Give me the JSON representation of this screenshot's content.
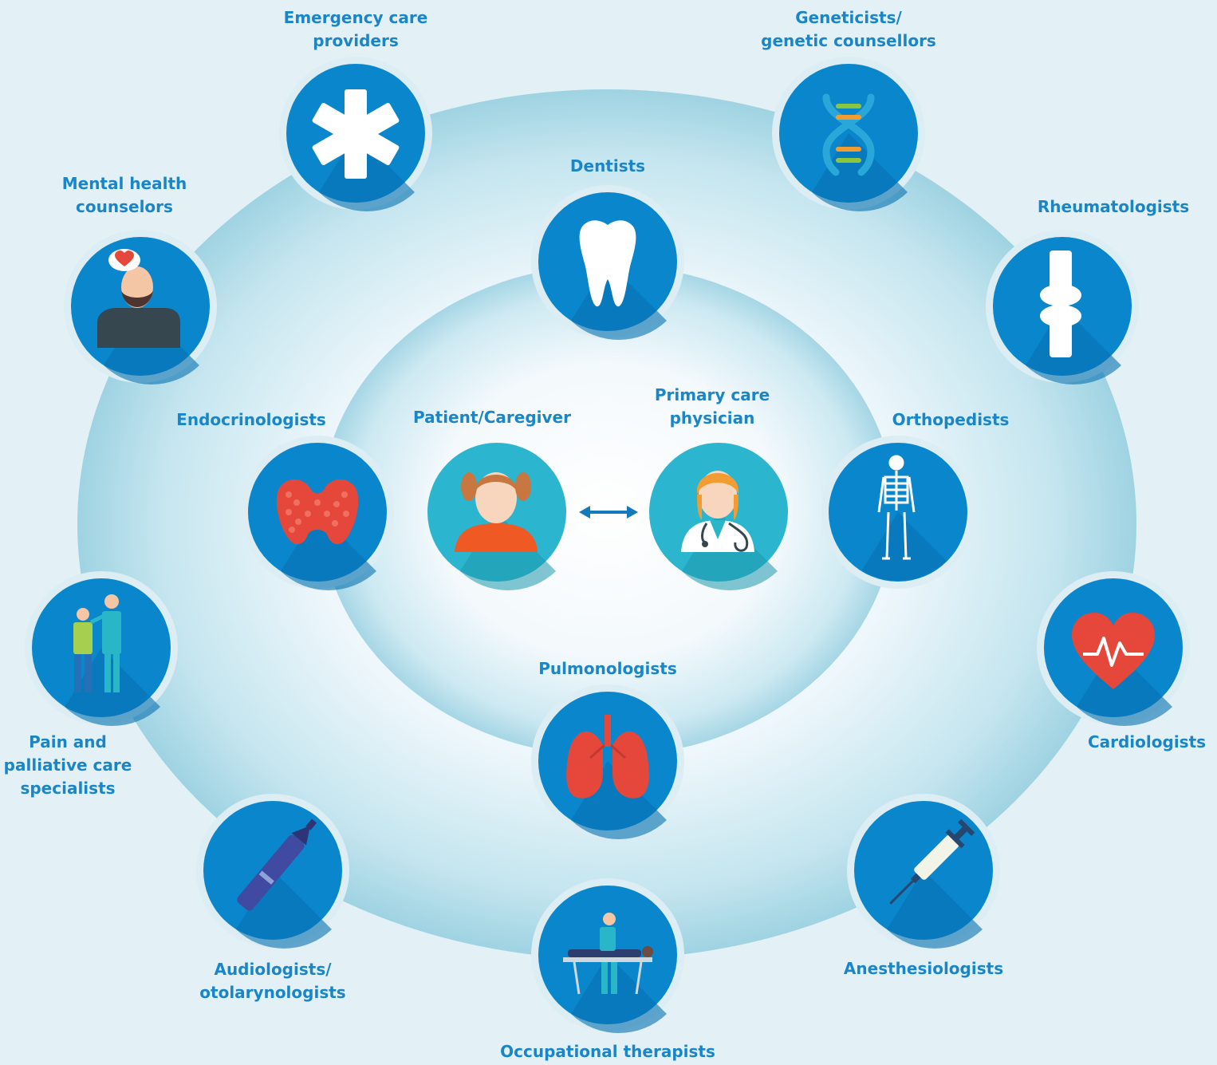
{
  "colors": {
    "background": "#e3f1f7",
    "label": "#1a86c8",
    "node_blue": "#0a86cc",
    "node_teal": "#2bb5cf",
    "ring": "#9fd3e2",
    "arrow": "#1479bd"
  },
  "center": {
    "patient": {
      "label": "Patient/Caregiver",
      "icon": "girl-patient-icon"
    },
    "physician": {
      "label": "Primary care\nphysician",
      "icon": "doctor-stethoscope-icon"
    },
    "connector_icon": "double-arrow-icon"
  },
  "inner_ring": [
    {
      "label": "Dentists",
      "icon": "tooth-icon"
    },
    {
      "label": "Orthopedists",
      "icon": "skeleton-icon"
    },
    {
      "label": "Pulmonologists",
      "icon": "lungs-icon"
    },
    {
      "label": "Endocrinologists",
      "icon": "thyroid-icon"
    }
  ],
  "outer_ring": [
    {
      "label": "Emergency care\nproviders",
      "icon": "star-of-life-icon"
    },
    {
      "label": "Geneticists/\ngenetic counsellors",
      "icon": "dna-icon"
    },
    {
      "label": "Rheumatologists",
      "icon": "knee-joint-icon"
    },
    {
      "label": "Cardiologists",
      "icon": "heart-pulse-icon"
    },
    {
      "label": "Anesthesiologists",
      "icon": "syringe-icon"
    },
    {
      "label": "Occupational therapists",
      "icon": "therapy-table-icon"
    },
    {
      "label": "Audiologists/\notolarynologists",
      "icon": "otoscope-icon"
    },
    {
      "label": "Pain and\npalliative care\nspecialists",
      "icon": "patient-with-caregiver-icon"
    },
    {
      "label": "Mental health\ncounselors",
      "icon": "bearded-man-heart-icon"
    }
  ]
}
